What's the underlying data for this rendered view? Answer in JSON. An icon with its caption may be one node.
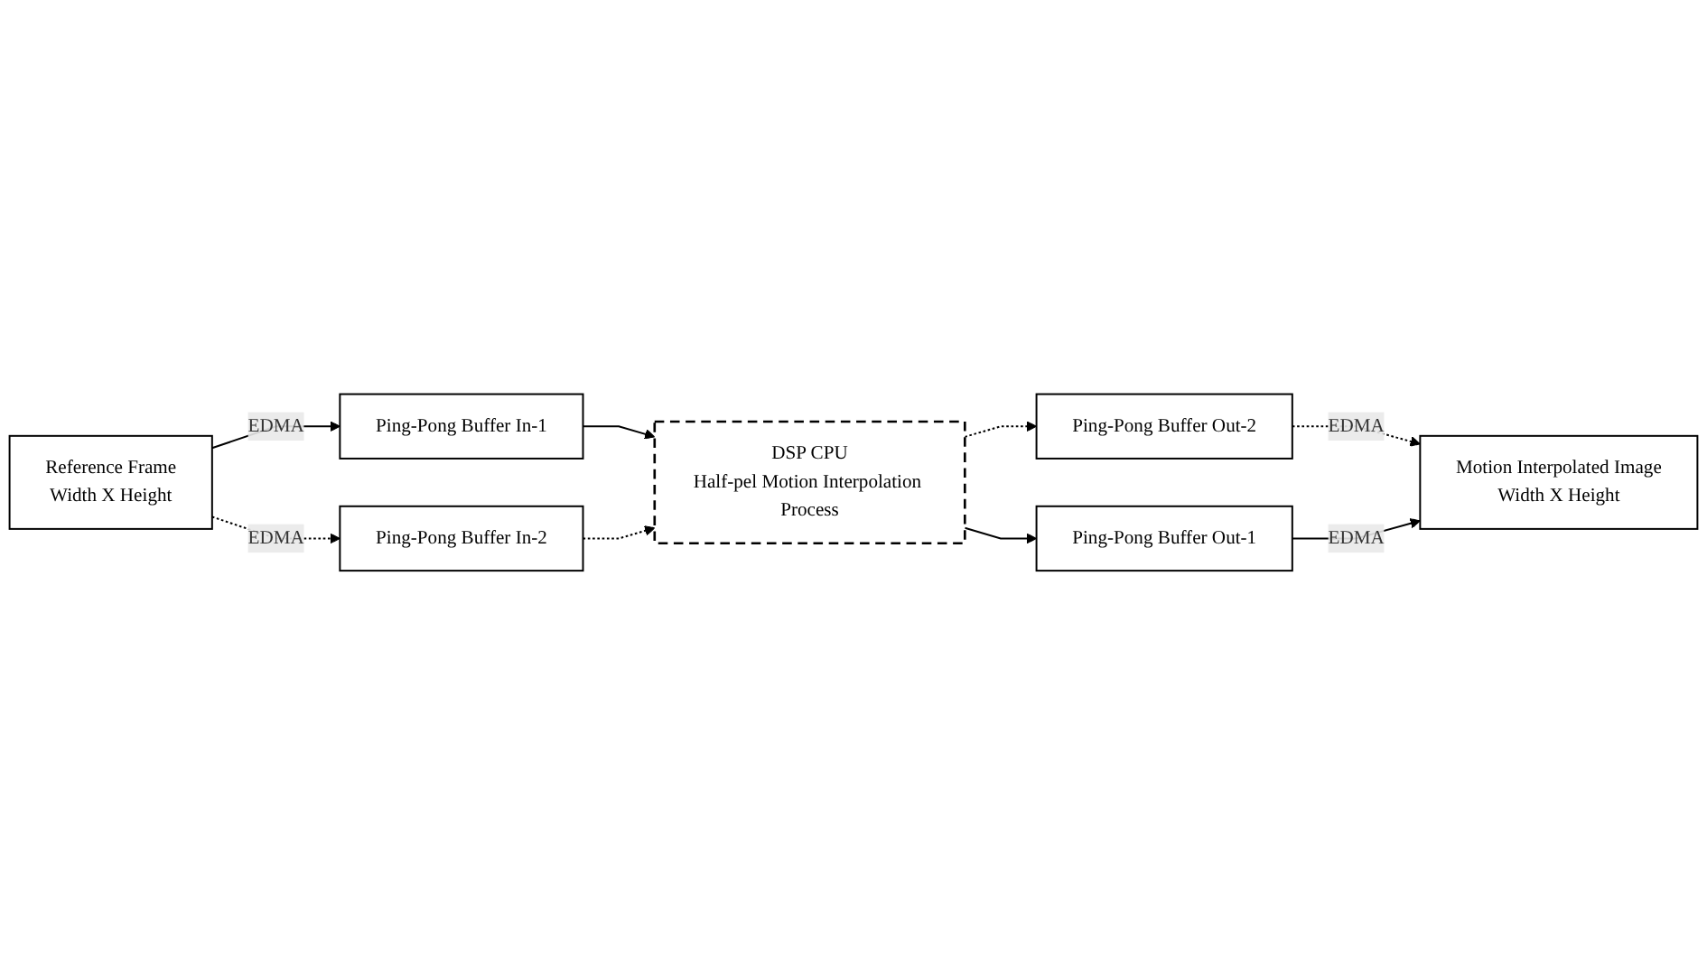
{
  "diagram": {
    "nodes": [
      {
        "text": [
          "Reference Frame",
          "Width X Height"
        ]
      },
      {
        "text": [
          "Ping-Pong Buffer In-1"
        ]
      },
      {
        "text": [
          "Ping-Pong Buffer In-2"
        ]
      },
      {
        "text": [
          "DSP CPU",
          "Half-pel Motion Interpolation Process"
        ]
      },
      {
        "text": [
          "Ping-Pong Buffer Out-2"
        ]
      },
      {
        "text": [
          "Ping-Pong Buffer Out-1"
        ]
      },
      {
        "text": [
          "Motion Interpolated Image",
          "Width X Height"
        ]
      }
    ],
    "edges": [
      {
        "from": 0,
        "to": 1,
        "arrow": "to",
        "label": "EDMA"
      },
      {
        "from": 0,
        "to": 2,
        "arrow": "to",
        "label": "EDMA",
        "style": "dashed"
      },
      {
        "from": 1,
        "to": 3,
        "arrow": "to"
      },
      {
        "from": 2,
        "to": 3,
        "arrow": "to",
        "style": "dashed"
      },
      {
        "from": 3,
        "to": 4,
        "arrow": "to",
        "style": "dashed"
      },
      {
        "from": 3,
        "to": 5,
        "arrow": "to"
      },
      {
        "from": 4,
        "to": 6,
        "arrow": "to",
        "label": "EDMA",
        "style": "dashed"
      },
      {
        "from": 5,
        "to": 6,
        "arrow": "to",
        "label": "EDMA"
      }
    ]
  }
}
